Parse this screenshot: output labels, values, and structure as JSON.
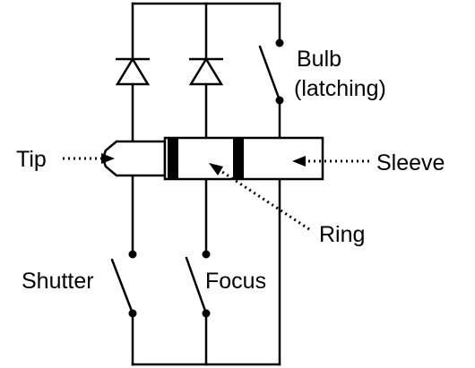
{
  "labels": {
    "bulb": "Bulb",
    "latching": "(latching)",
    "tip": "Tip",
    "sleeve": "Sleeve",
    "ring": "Ring",
    "shutter": "Shutter",
    "focus": "Focus"
  },
  "colors": {
    "ink": "#000000",
    "background": "#ffffff"
  }
}
